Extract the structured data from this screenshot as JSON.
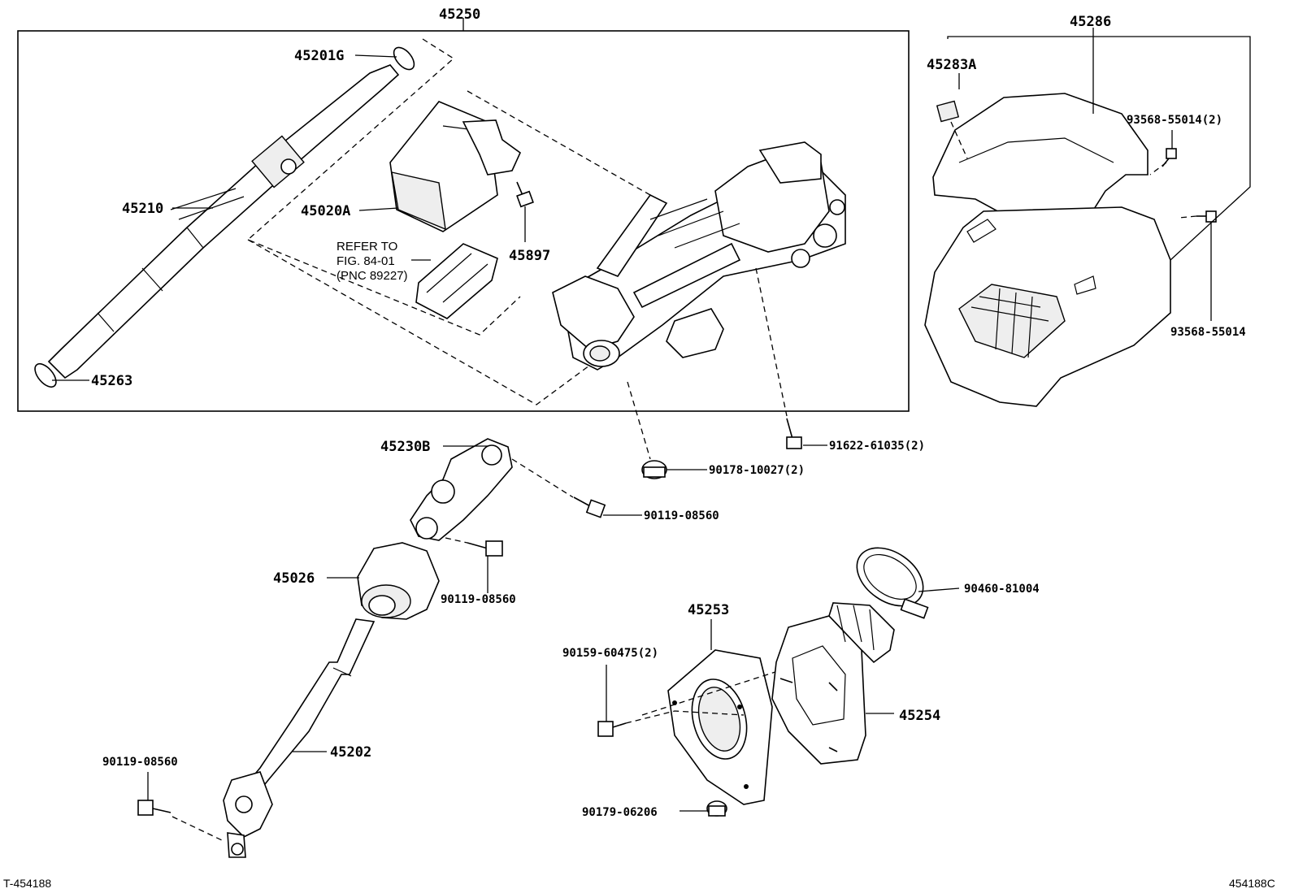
{
  "labels": {
    "p45250": "45250",
    "p45201G": "45201G",
    "p45210": "45210",
    "p45020A": "45020A",
    "p45897": "45897",
    "refer_line1": "REFER TO",
    "refer_line2": "FIG. 84-01",
    "refer_line3": "(PNC 89227)",
    "p45263": "45263",
    "p45286": "45286",
    "p45283A": "45283A",
    "p93568_55014_2": "93568-55014(2)",
    "p93568_55014": "93568-55014",
    "p45230B": "45230B",
    "p91622_61035_2": "91622-61035(2)",
    "p90178_10027_2": "90178-10027(2)",
    "p90119_08560_a": "90119-08560",
    "p45026": "45026",
    "p90119_08560_b": "90119-08560",
    "p90460_81004": "90460-81004",
    "p45253": "45253",
    "p90159_60475_2": "90159-60475(2)",
    "p45254": "45254",
    "p45202": "45202",
    "p90119_08560_c": "90119-08560",
    "p90179_06206": "90179-06206"
  },
  "corners": {
    "left": "T-454188",
    "right": "454188C"
  }
}
